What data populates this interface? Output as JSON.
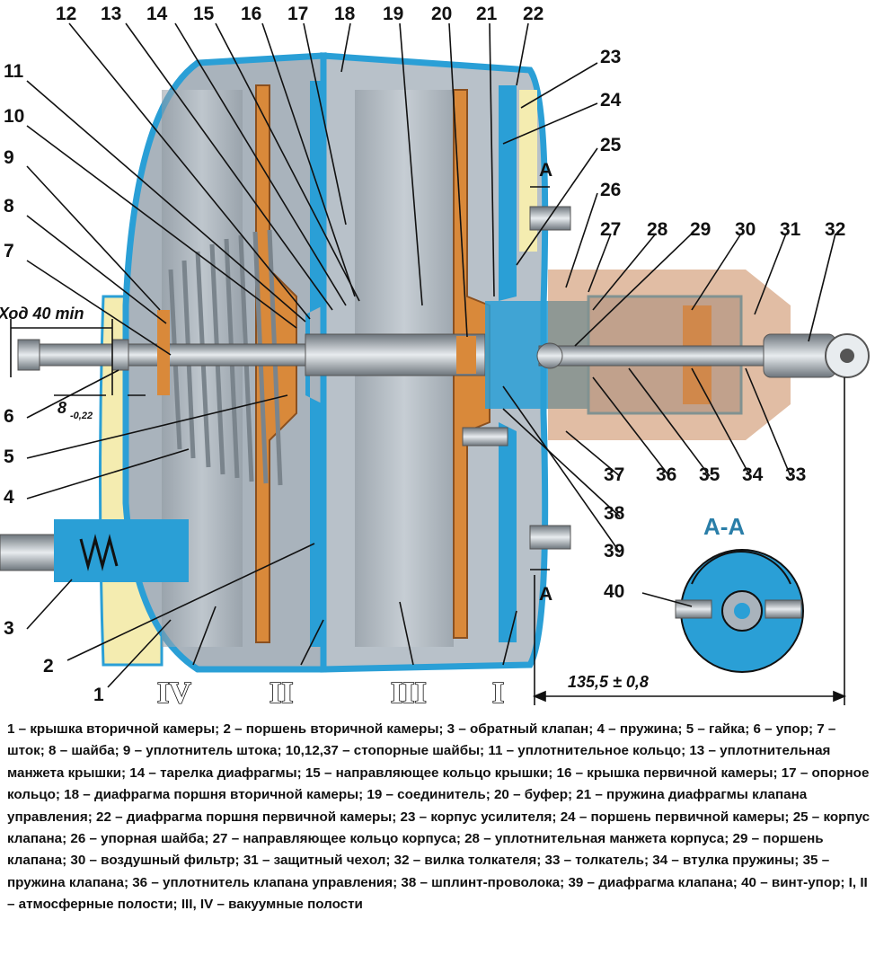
{
  "labels": {
    "n1": "1",
    "n2": "2",
    "n3": "3",
    "n4": "4",
    "n5": "5",
    "n6": "6",
    "n7": "7",
    "n8": "8",
    "n9": "9",
    "n10": "10",
    "n11": "11",
    "n12": "12",
    "n13": "13",
    "n14": "14",
    "n15": "15",
    "n16": "16",
    "n17": "17",
    "n18": "18",
    "n19": "19",
    "n20": "20",
    "n21": "21",
    "n22": "22",
    "n23": "23",
    "n24": "24",
    "n25": "25",
    "n26": "26",
    "n27": "27",
    "n28": "28",
    "n29": "29",
    "n30": "30",
    "n31": "31",
    "n32": "32",
    "n33": "33",
    "n34": "34",
    "n35": "35",
    "n36": "36",
    "n37": "37",
    "n38": "38",
    "n39": "39",
    "n40": "40"
  },
  "roman": {
    "iv": "IV",
    "ii": "II",
    "iii": "III",
    "i": "I"
  },
  "dimensions": {
    "stroke": "Ход 40 min",
    "gap": "8",
    "gap_sub": "-0,22",
    "overall": "135,5 ± 0,8"
  },
  "section": {
    "title": "А-А",
    "mark_top": "А",
    "mark_bottom": "А"
  },
  "caption": "1 – крышка вторичной камеры; 2 – поршень вторичной камеры; 3 – обратный клапан; 4 – пружина; 5 – гайка; 6 – упор; 7 – шток; 8 – шайба; 9 – уплотнитель штока; 10,12,37 – стопорные шайбы; 11 – уплотнительное кольцо; 13 – уплотнительная манжета крышки; 14 – тарелка диафрагмы; 15 – направляющее кольцо крышки; 16 – крышка первичной камеры; 17 – опорное кольцо; 18 – диафрагма поршня вторичной камеры; 19 – соединитель; 20 – буфер; 21 – пружина диафрагмы клапана управления; 22 – диафрагма поршня первичной камеры; 23 – корпус усилителя; 24 – поршень первичной камеры; 25 – корпус клапана; 26 – упорная шайба; 27 – направляющее кольцо корпуса; 28 – уплотнительная манжета корпуса; 29 – поршень клапана; 30 – воздушный фильтр; 31 – защитный чехол; 32 – вилка толкателя; 33 – толкатель; 34 – втулка пружины; 35 – пружина клапана; 36 – уплотнитель клапана управления; 38 – шплинт-проволока; 39 – диафрагма клапана; 40 – винт-упор; I, II – атмосферные полости; III, IV – вакуумные полости",
  "colors": {
    "housing": "#2a9fd6",
    "chamber": "#a9b3bc",
    "diaphragm": "#d9893a",
    "cream": "#f4ecb0",
    "boot": "#c9875a"
  }
}
